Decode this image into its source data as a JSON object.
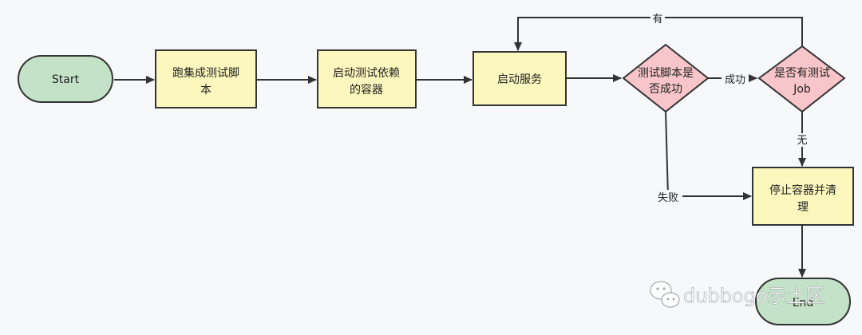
{
  "nodes": {
    "start": {
      "label": "Start",
      "fill": "#c3e2c7",
      "stroke": "#333333"
    },
    "run_script": {
      "line1": "跑集成测试脚",
      "line2": "本",
      "fill": "#fbf7bd"
    },
    "start_containers": {
      "line1": "启动测试依赖",
      "line2": "的容器",
      "fill": "#fbf7bd"
    },
    "start_service": {
      "label": "启动服务",
      "fill": "#fbf7bd"
    },
    "script_success": {
      "line1": "测试脚本是",
      "line2": "否成功",
      "fill": "#f7c5ca"
    },
    "has_job": {
      "line1": "是否有测试",
      "line2": "Job",
      "fill": "#f7c5ca"
    },
    "stop_cleanup": {
      "line1": "停止容器并清",
      "line2": "理",
      "fill": "#fbf7bd"
    },
    "end": {
      "label": "End",
      "fill": "#c3e2c7"
    }
  },
  "edges": {
    "success": "成功",
    "has": "有",
    "none": "无",
    "fail": "失败"
  },
  "watermark": {
    "text": "dubbogo示土区",
    "icon": "wechat-icon"
  },
  "colors": {
    "line": "#333333",
    "text": "#222222",
    "background": "#f7f8fa"
  }
}
